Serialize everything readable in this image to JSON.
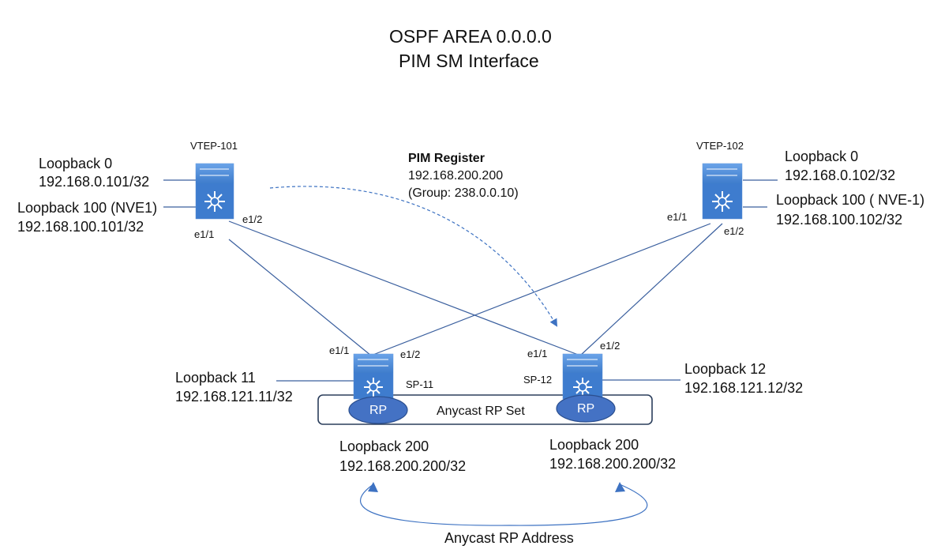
{
  "title": {
    "line1": "OSPF AREA 0.0.0.0",
    "line2": "PIM SM Interface"
  },
  "vtep101": {
    "name": "VTEP-101",
    "loopback0_label": "Loopback 0",
    "loopback0_ip": "192.168.0.101/32",
    "loopback100_label": "Loopback 100 (NVE1)",
    "loopback100_ip": "192.168.100.101/32",
    "port_e11": "e1/1",
    "port_e12": "e1/2"
  },
  "vtep102": {
    "name": "VTEP-102",
    "loopback0_label": "Loopback 0",
    "loopback0_ip": "192.168.0.102/32",
    "loopback100_label": "Loopback 100 ( NVE-1)",
    "loopback100_ip": "192.168.100.102/32",
    "port_e11": "e1/1",
    "port_e12": "e1/2"
  },
  "pim_register": {
    "heading": "PIM Register",
    "address": "192.168.200.200",
    "group": "(Group: 238.0.0.10)"
  },
  "sp11": {
    "name": "SP-11",
    "loopback_label": "Loopback 11",
    "loopback_ip": "192.168.121.11/32",
    "port_e11": "e1/1",
    "port_e12": "e1/2",
    "rp_label": "RP",
    "lb200_label": "Loopback 200",
    "lb200_ip": "192.168.200.200/32"
  },
  "sp12": {
    "name": "SP-12",
    "loopback_label": "Loopback 12",
    "loopback_ip": "192.168.121.12/32",
    "port_e11": "e1/1",
    "port_e12": "e1/2",
    "rp_label": "RP",
    "lb200_label": "Loopback 200",
    "lb200_ip": "192.168.200.200/32"
  },
  "anycast": {
    "set_label": "Anycast RP Set",
    "address_label": "Anycast RP Address"
  },
  "colors": {
    "switch_fill": "#4a86d4",
    "switch_dark": "#2f64ad",
    "rp_fill": "#4472c4",
    "link": "#3a5f9e",
    "arrow": "#3d72c2"
  }
}
